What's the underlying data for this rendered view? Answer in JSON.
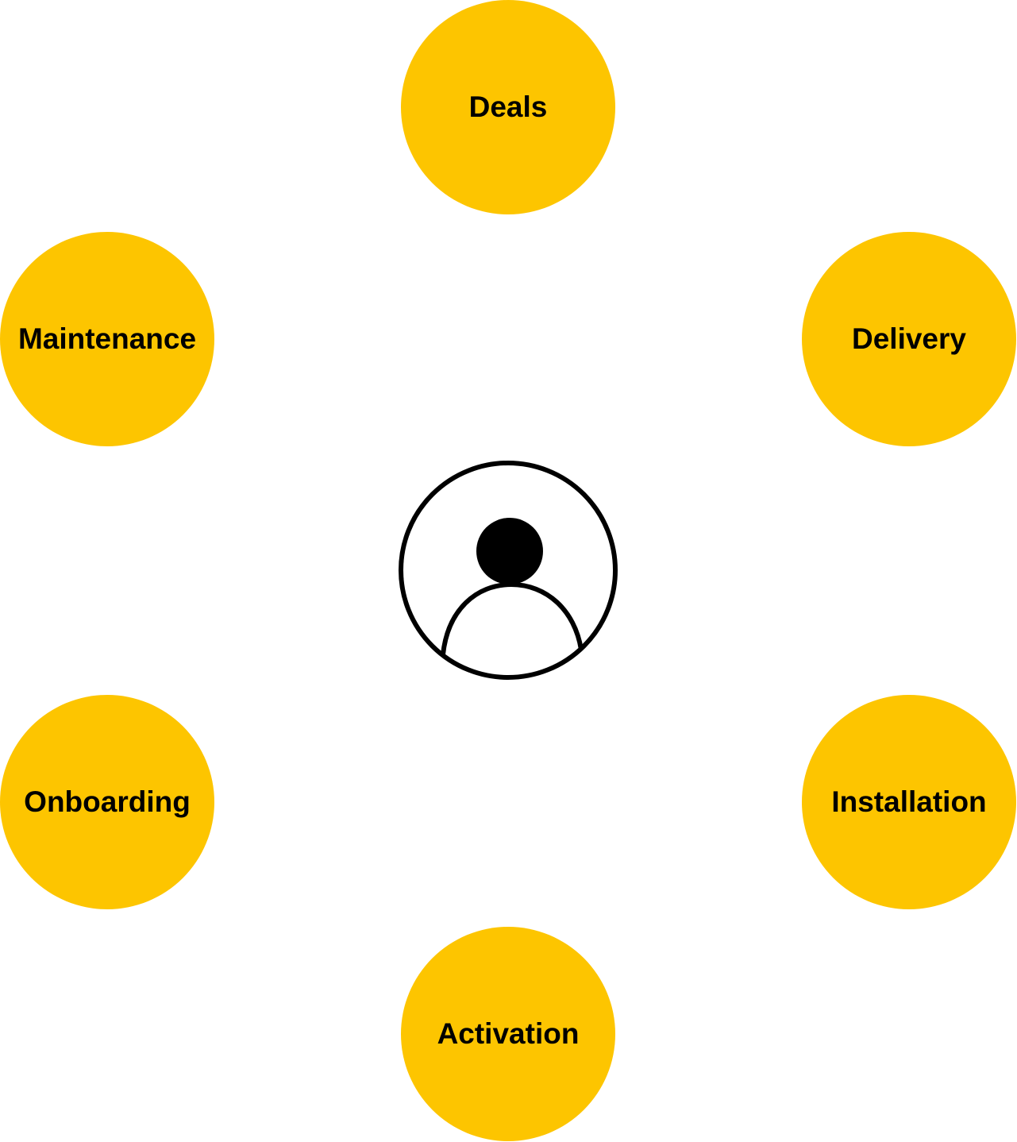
{
  "diagram": {
    "center": {
      "icon": "user-icon"
    },
    "nodes": [
      {
        "label": "Deals"
      },
      {
        "label": "Delivery"
      },
      {
        "label": "Installation"
      },
      {
        "label": "Activation"
      },
      {
        "label": "Onboarding"
      },
      {
        "label": "Maintenance"
      }
    ],
    "colors": {
      "node_fill": "#FDC500",
      "text": "#000000",
      "icon_stroke": "#000000"
    }
  }
}
